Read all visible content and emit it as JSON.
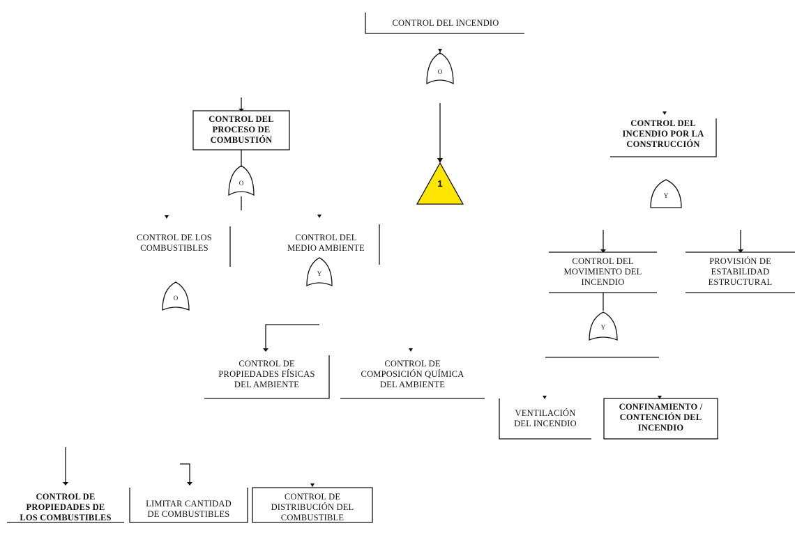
{
  "diagram": {
    "root": "CONTROL DEL INCENDIO",
    "nodes": {
      "combustion": "CONTROL DEL\nPROCESO DE\nCOMBUSTIÓN",
      "construccion": "CONTROL DEL\nINCENDIO POR LA\nCONSTRUCCIÓN",
      "combustibles": "CONTROL DE LOS\nCOMBUSTIBLES",
      "medio_ambiente": "CONTROL DEL\nMEDIO AMBIENTE",
      "movimiento": "CONTROL DEL\nMOVIMIENTO DEL\nINCENDIO",
      "estabilidad": "PROVISIÓN DE\nESTABILIDAD\nESTRUCTURAL",
      "fisicas": "CONTROL DE\nPROPIEDADES FÍSICAS\nDEL AMBIENTE",
      "quimica": "CONTROL DE\nCOMPOSICIÓN QUÍMICA\nDEL AMBIENTE",
      "ventilacion": "VENTILACIÓN\nDEL INCENDIO",
      "confinamiento": "CONFINAMIENTO /\nCONTENCIÓN DEL\nINCENDIO",
      "propiedades_comb": "CONTROL DE\nPROPIEDADES DE\nLOS COMBUSTIBLES",
      "limitar": "LIMITAR CANTIDAD\nDE COMBUSTIBLES",
      "distribucion": "CONTROL DE\nDISTRIBUCIÓN DEL\nCOMBUSTIBLE"
    },
    "gates": {
      "root_gate": "O",
      "combustion_gate": "O",
      "construccion_gate": "Y",
      "combustibles_gate": "O",
      "medio_gate": "Y",
      "movimiento_gate": "Y"
    },
    "transfer_label": "1",
    "colors": {
      "line": "#111111",
      "transfer_fill": "#ffe600",
      "background": "#ffffff"
    }
  }
}
